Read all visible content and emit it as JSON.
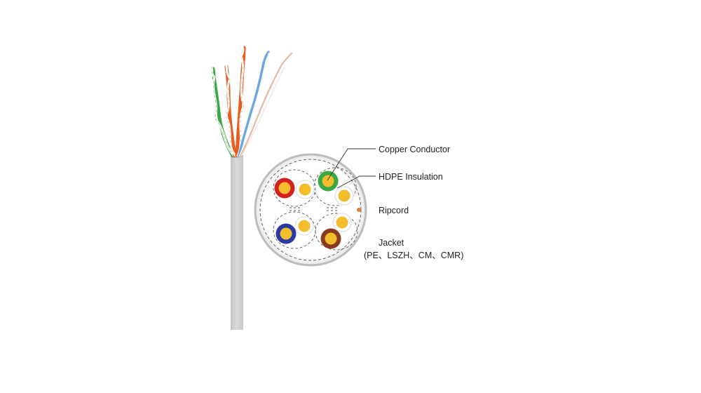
{
  "labels": {
    "copper_conductor": "Copper Conductor",
    "hdpe_insulation": "HDPE Insulation",
    "ripcord": "Ripcord",
    "jacket": "Jacket",
    "jacket_materials": "(PE、LSZH、CM、CMR)"
  },
  "colors": {
    "jacket": "#d6d6d8",
    "copper": "#f2bd2b",
    "ripcord": "#e0803a",
    "pair_orange": "#e85c20",
    "pair_green": "#3aa845",
    "pair_blue": "#2a3aa0",
    "pair_brown": "#8b3a1e",
    "pair_red": "#d42020",
    "wire_blue": "#6aa6e0",
    "wire_white": "#f4f4f4"
  },
  "conductors": [
    {
      "pair": "red",
      "insulation_color": "#d42020",
      "solid": true
    },
    {
      "pair": "red",
      "insulation_color": "#ffffff",
      "solid": false
    },
    {
      "pair": "green",
      "insulation_color": "#3aa845",
      "solid": true
    },
    {
      "pair": "green",
      "insulation_color": "#ffffff",
      "solid": false
    },
    {
      "pair": "blue",
      "insulation_color": "#2a3aa0",
      "solid": true
    },
    {
      "pair": "blue",
      "insulation_color": "#ffffff",
      "solid": false
    },
    {
      "pair": "brown",
      "insulation_color": "#8b3a1e",
      "solid": true
    },
    {
      "pair": "brown",
      "insulation_color": "#ffffff",
      "solid": false
    }
  ]
}
